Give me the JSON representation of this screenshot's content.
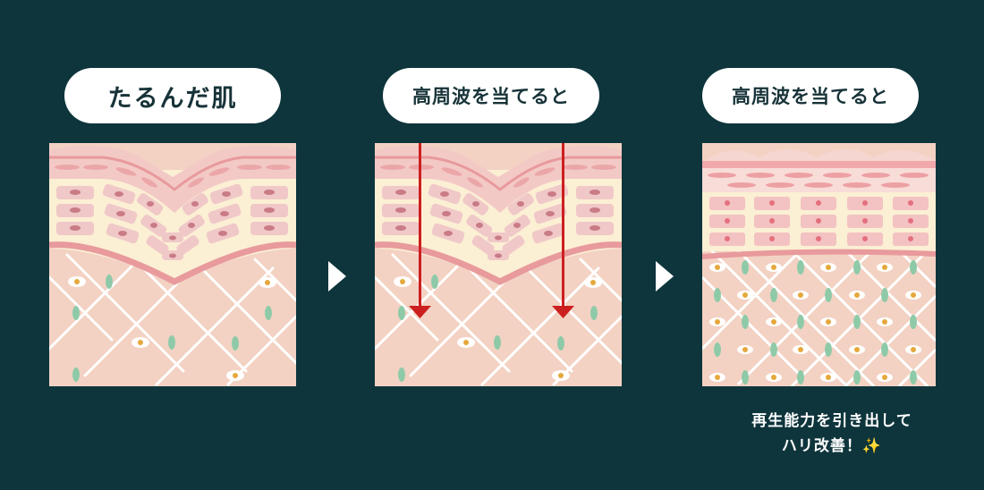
{
  "stage1": {
    "label": "たるんだ肌"
  },
  "stage2": {
    "label": "高周波を当てると"
  },
  "stage3": {
    "label": "高周波を当てると"
  },
  "result": {
    "line1": "再生能力を引き出して",
    "line2": "ハリ改善！",
    "emoji": "✨"
  },
  "colors": {
    "background": "#0e353c",
    "epidermis": "#f3c9c6",
    "epidermis_band": "#e89a9c",
    "cell_layer": "#fbefd4",
    "cell": "#f0c8c8",
    "nucleus": "#c97b86",
    "dermis": "#f3d2c3",
    "fiber": "#ffffff",
    "fibroblast": "#8fcaa8",
    "cell_dot": "#e6a83c",
    "arrow": "#cc1f1f"
  },
  "icons": [
    "play-arrow-icon",
    "down-arrow-icon",
    "sparkles-icon"
  ]
}
